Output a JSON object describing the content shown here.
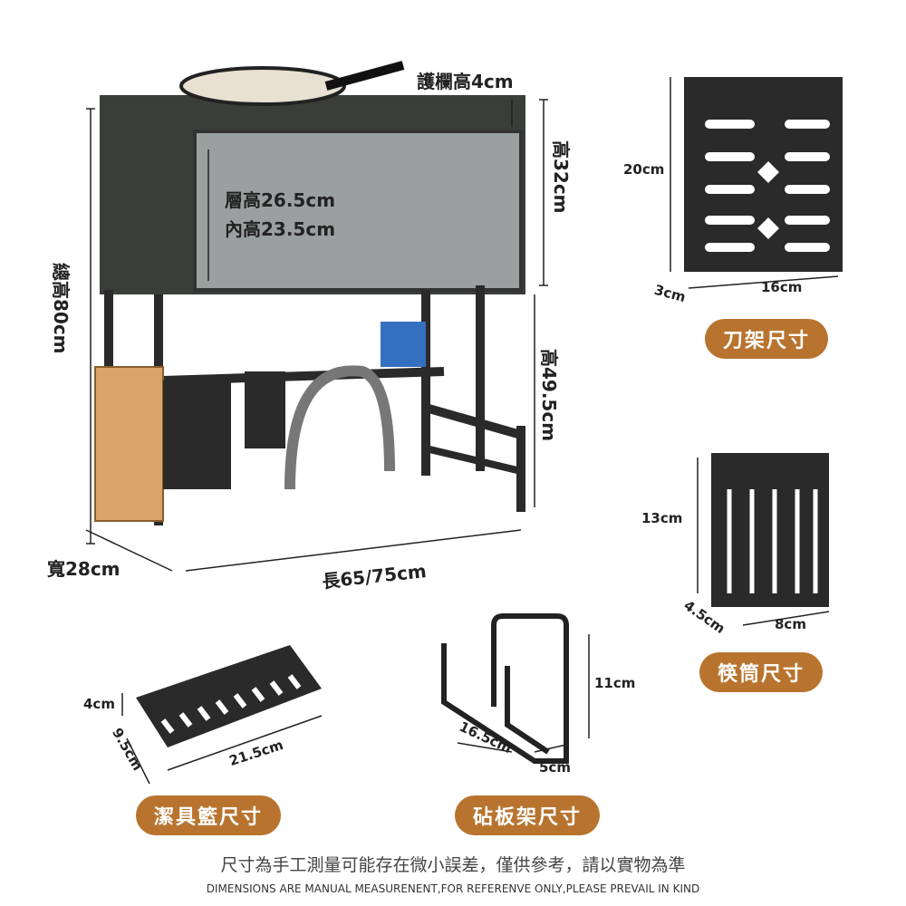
{
  "main_rack": {
    "guard_height": "護欄高4cm",
    "upper_height": "高32cm",
    "layer_height": "層高26.5cm",
    "inner_height": "內高23.5cm",
    "total_height": "總高80cm",
    "lower_height": "高49.5cm",
    "width": "寬28cm",
    "length": "長65/75cm"
  },
  "knife_holder": {
    "height": "20cm",
    "depth": "3cm",
    "width": "16cm",
    "badge": "刀架尺寸"
  },
  "chopstick_holder": {
    "height": "13cm",
    "depth": "4.5cm",
    "width": "8cm",
    "badge": "筷筒尺寸"
  },
  "sponge_basket": {
    "height": "4cm",
    "depth": "9.5cm",
    "width": "21.5cm",
    "badge": "潔具籃尺寸"
  },
  "board_holder": {
    "height": "11cm",
    "depth": "16.5cm",
    "width": "5cm",
    "badge": "砧板架尺寸"
  },
  "footer": {
    "note_zh": "尺寸為手工測量可能存在微小誤差，僅供參考，請以實物為準",
    "note_en": "DIMENSIONS ARE MANUAL MEASURENENT,FOR REFERENVE ONLY,PLEASE PREVAIL IN KIND"
  },
  "colors": {
    "badge": "#b8742f",
    "metal": "#2a2a2a"
  }
}
